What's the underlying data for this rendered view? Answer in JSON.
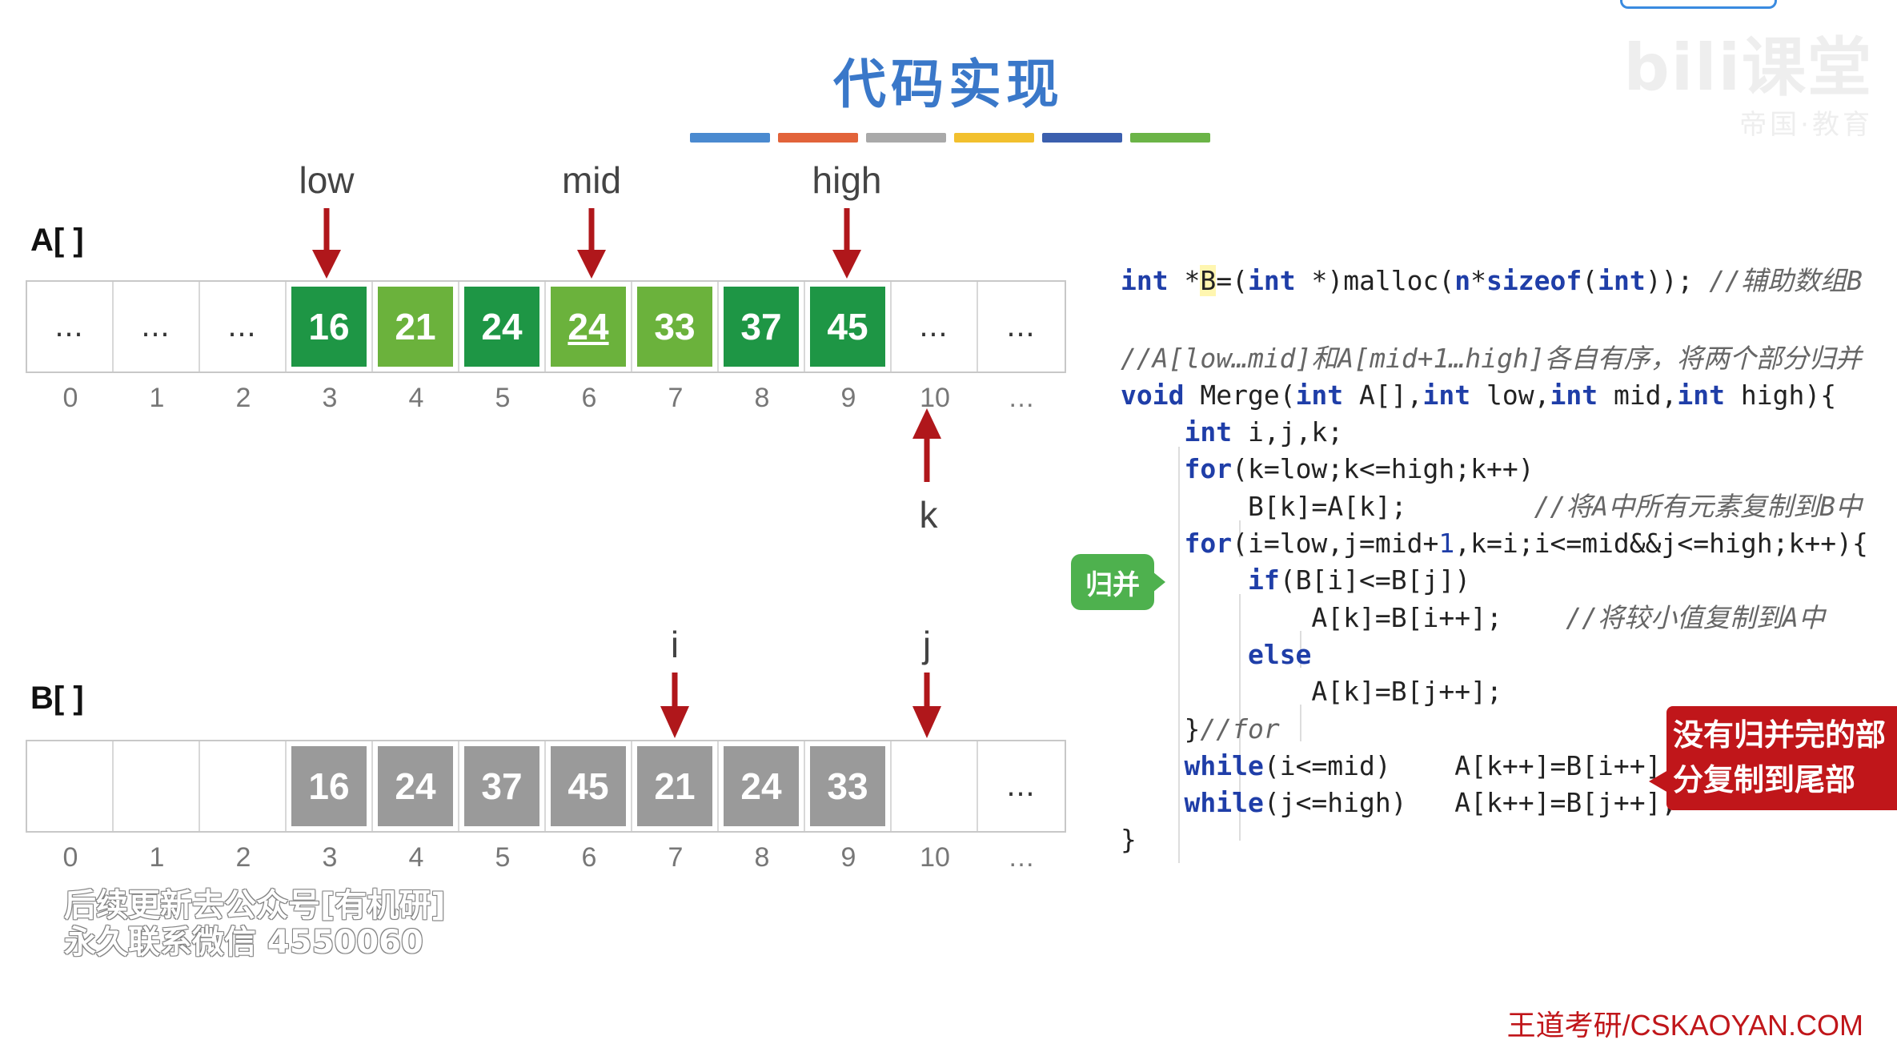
{
  "title": "代码实现",
  "title_bar_colors": [
    "#4a8ad0",
    "#e2633a",
    "#a9a9a9",
    "#f2c02e",
    "#3b5fae",
    "#6bb447"
  ],
  "array_a": {
    "label": "A[ ]",
    "cells": [
      {
        "text": "…",
        "kind": "dots"
      },
      {
        "text": "…",
        "kind": "dots"
      },
      {
        "text": "…",
        "kind": "dots"
      },
      {
        "text": "16",
        "kind": "dark"
      },
      {
        "text": "21",
        "kind": "light"
      },
      {
        "text": "24",
        "kind": "dark"
      },
      {
        "text": "24",
        "kind": "light",
        "underline": true
      },
      {
        "text": "33",
        "kind": "light"
      },
      {
        "text": "37",
        "kind": "dark"
      },
      {
        "text": "45",
        "kind": "dark"
      },
      {
        "text": "…",
        "kind": "dots"
      },
      {
        "text": "…",
        "kind": "dots"
      }
    ],
    "indices": [
      "0",
      "1",
      "2",
      "3",
      "4",
      "5",
      "6",
      "7",
      "8",
      "9",
      "10",
      "…"
    ]
  },
  "array_b": {
    "label": "B[ ]",
    "cells": [
      {
        "text": "",
        "kind": "empty"
      },
      {
        "text": "",
        "kind": "empty"
      },
      {
        "text": "",
        "kind": "empty"
      },
      {
        "text": "16",
        "kind": "gray"
      },
      {
        "text": "24",
        "kind": "gray"
      },
      {
        "text": "37",
        "kind": "gray"
      },
      {
        "text": "45",
        "kind": "gray"
      },
      {
        "text": "21",
        "kind": "gray"
      },
      {
        "text": "24",
        "kind": "gray"
      },
      {
        "text": "33",
        "kind": "gray"
      },
      {
        "text": "",
        "kind": "empty"
      },
      {
        "text": "…",
        "kind": "dots"
      }
    ],
    "indices": [
      "0",
      "1",
      "2",
      "3",
      "4",
      "5",
      "6",
      "7",
      "8",
      "9",
      "10",
      "…"
    ]
  },
  "pointers": {
    "low": "low",
    "mid": "mid",
    "high": "high",
    "k": "k",
    "i": "i",
    "j": "j"
  },
  "colors": {
    "dark_green": "#1e9645",
    "light_green": "#6bb23c",
    "gray_cell": "#9a9a9a",
    "arrow_red": "#b0171b",
    "merge_tag": "#4eb14e",
    "callout": "#c0161a"
  },
  "merge_tag": "归并",
  "callout": "没有归并完的部\n分复制到尾部",
  "watermark": "后续更新去公众号[有机研]\n永久联系微信 4550060",
  "footer": "王道考研/CSKAOYAN.COM",
  "logo": "bili课堂",
  "logo_sub": "帝国·教育"
}
